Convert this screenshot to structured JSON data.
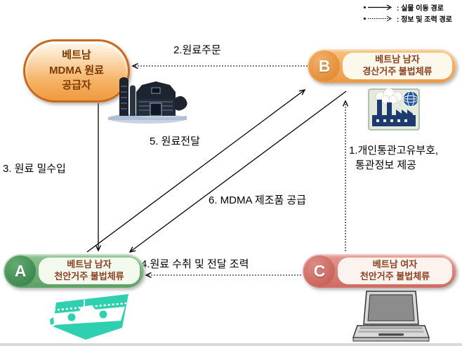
{
  "legend": {
    "solid_label": ": 실물 이동 경로",
    "dotted_label": ": 정보 및 조력 경로"
  },
  "nodes": {
    "supplier": {
      "line1": "베트남",
      "line2": "MDMA 원료",
      "line3": "공급자"
    },
    "b": {
      "letter": "B",
      "line1": "베트남 남자",
      "line2": "경산거주 불법체류"
    },
    "a": {
      "letter": "A",
      "line1": "베트남 남자",
      "line2": "천안거주 불법체류"
    },
    "c": {
      "letter": "C",
      "line1": "베트남 여자",
      "line2": "천안거주 불법체류"
    }
  },
  "arrows": {
    "a1": {
      "label_line1": "1.개인통관고유부호,",
      "label_line2": "통관정보 제공",
      "style": "dotted",
      "from": "C",
      "to": "B"
    },
    "a2": {
      "label": "2.원료주문",
      "style": "dotted",
      "from": "B",
      "to": "supplier"
    },
    "a3": {
      "label": "3. 원료 밀수입",
      "style": "solid",
      "from": "supplier",
      "to": "A"
    },
    "a4": {
      "label": "4.원료 수취 및 전달 조력",
      "style": "dotted",
      "from": "C",
      "to": "A"
    },
    "a5": {
      "label": "5. 원료전달",
      "style": "solid",
      "from": "A",
      "to": "B"
    },
    "a6": {
      "label": "6. MDMA 제조품 공급",
      "style": "solid",
      "from": "B",
      "to": "A"
    }
  },
  "colors": {
    "supplier_border": "#c9691b",
    "orange_capsule": "#ec9a44",
    "green_capsule": "#5d9f65",
    "red_capsule": "#cf6a62",
    "label_text": "#000000",
    "node_text": "#8b4022"
  }
}
